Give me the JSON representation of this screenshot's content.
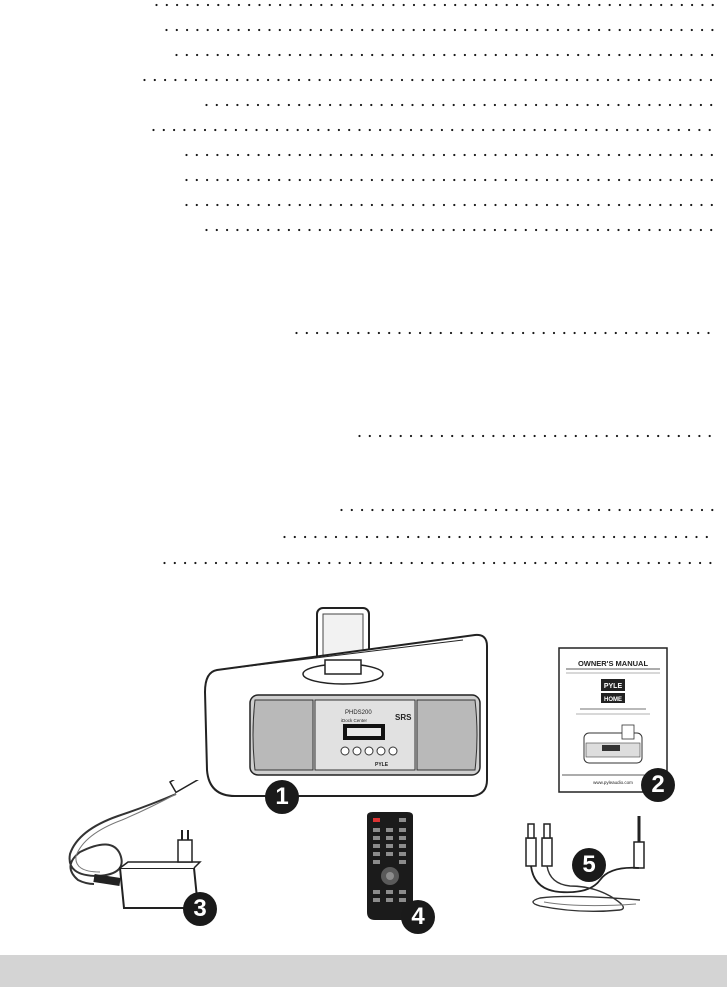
{
  "leader_rows": [
    {
      "start": 155
    },
    {
      "start": 165
    },
    {
      "start": 175
    },
    {
      "start": 143
    },
    {
      "start": 205
    },
    {
      "start": 152
    },
    {
      "start": 185
    },
    {
      "start": 185
    },
    {
      "start": 185
    },
    {
      "start": 205
    },
    {
      "start": 295
    },
    {
      "start": 358
    },
    {
      "start": 340
    },
    {
      "start": 283
    },
    {
      "start": 163
    }
  ],
  "items": [
    {
      "number": "1"
    },
    {
      "number": "2"
    },
    {
      "number": "3"
    },
    {
      "number": "4"
    },
    {
      "number": "5"
    }
  ],
  "device": {
    "model_label": "PHDS200",
    "sublabel": "iDock Center",
    "brand_badge": "SRS",
    "logo_text": "PYLE"
  },
  "manual": {
    "title": "OWNER'S MANUAL",
    "logo_line1": "PYLE",
    "logo_line2": "HOME",
    "website": "www.pyleaudio.com"
  },
  "colors": {
    "ink": "#1a1a1a",
    "panel_gray": "#b9b9b9",
    "footer_gray": "#d4d4d4"
  }
}
